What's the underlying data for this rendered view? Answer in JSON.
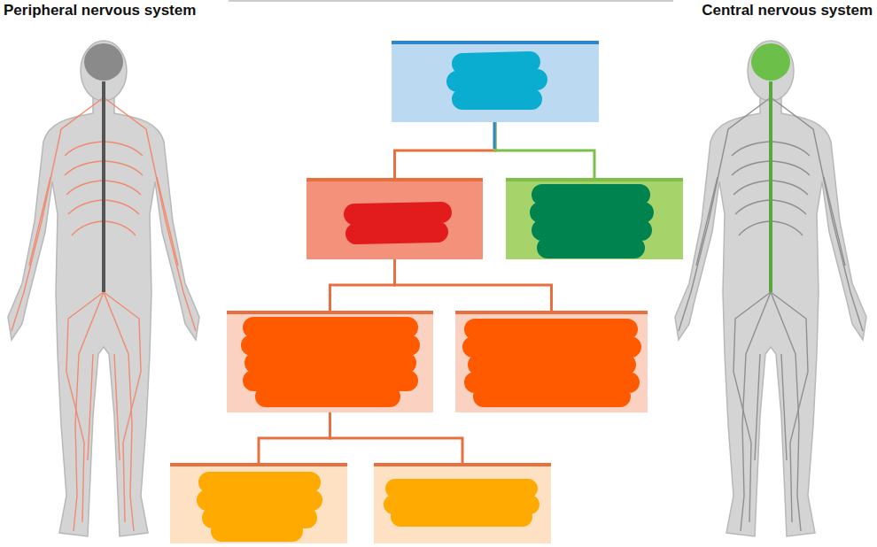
{
  "diagram": {
    "nodes": [
      {
        "text": []
      },
      {
        "text": []
      },
      {
        "text": []
      },
      {
        "text": []
      },
      {
        "text": []
      },
      {
        "text": []
      },
      {
        "text": []
      }
    ],
    "edges": [
      {
        "from": 0,
        "to": 1,
        "arrow": "none"
      },
      {
        "from": 0,
        "to": 2,
        "arrow": "none"
      },
      {
        "from": 1,
        "to": 3,
        "arrow": "none"
      },
      {
        "from": 1,
        "to": 4,
        "arrow": "none"
      },
      {
        "from": 3,
        "to": 5,
        "arrow": "none"
      },
      {
        "from": 3,
        "to": 6,
        "arrow": "none"
      }
    ],
    "labels": [
      "Peripheral nervous system",
      "Central nervous system"
    ]
  }
}
